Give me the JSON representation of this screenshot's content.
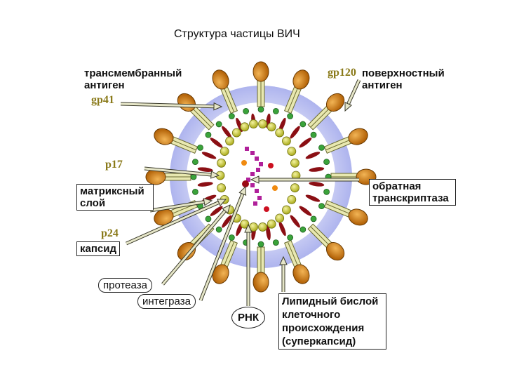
{
  "title": "Структура частицы ВИЧ",
  "labels": {
    "transmembrane": "трансмембранный антиген",
    "gp41": "gp41",
    "gp120": "gp120",
    "surface": "поверхностный антиген",
    "p17": "p17",
    "matrix": "матриксный слой",
    "reverse_transcriptase": "обратная транскриптаза",
    "p24": "p24",
    "capsid": "капсид",
    "protease": "протеаза",
    "integrase": "интеграза",
    "rna": "РНК",
    "lipid": "Липидный бислой клеточного происхождения (суперкапсид)"
  },
  "colors": {
    "envelope": "#c7cbf3",
    "knob": "#d17d10",
    "bead": "#c9cc2e",
    "dot_green": "#3aa33a",
    "dot_red": "#8b0f14",
    "rna": "#b0209a",
    "arrow": "#e6e6c8"
  }
}
